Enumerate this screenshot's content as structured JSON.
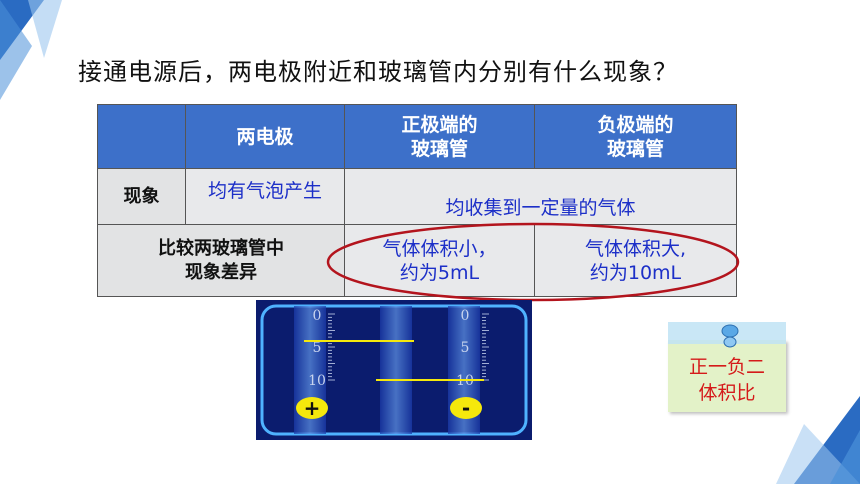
{
  "question": "接通电源后，两电极附近和玻璃管内分别有什么现象？",
  "table": {
    "header": {
      "blank": "",
      "electrodes": "两电极",
      "positive_line1": "正极端的",
      "positive_line2": "玻璃管",
      "negative_line1": "负极端的",
      "negative_line2": "玻璃管"
    },
    "row_phenomenon": {
      "label": "现象",
      "electrodes": "均有气泡产生",
      "tubes": "均收集到一定量的气体"
    },
    "row_difference": {
      "label_line1": "比较两玻璃管中",
      "label_line2": "现象差异",
      "positive_line1": "气体体积小，",
      "positive_line2": "约为5mL",
      "negative_line1": "气体体积大,",
      "negative_line2": "约为10mL"
    }
  },
  "apparatus": {
    "left_scale": [
      "0",
      "5",
      "10"
    ],
    "right_scale": [
      "0",
      "5",
      "10"
    ],
    "plus_symbol": "+",
    "minus_symbol": "-",
    "gas_level_positive_ml": 5,
    "gas_level_negative_ml": 10
  },
  "note": {
    "line1": "正一负二",
    "line2": "体积比"
  },
  "colors": {
    "accent_blue": "#3d70c9",
    "text_blue": "#1c2fc8",
    "highlight_red": "#b3141d",
    "note_red": "#d51a1a",
    "marker_yellow": "#f5e80c"
  }
}
